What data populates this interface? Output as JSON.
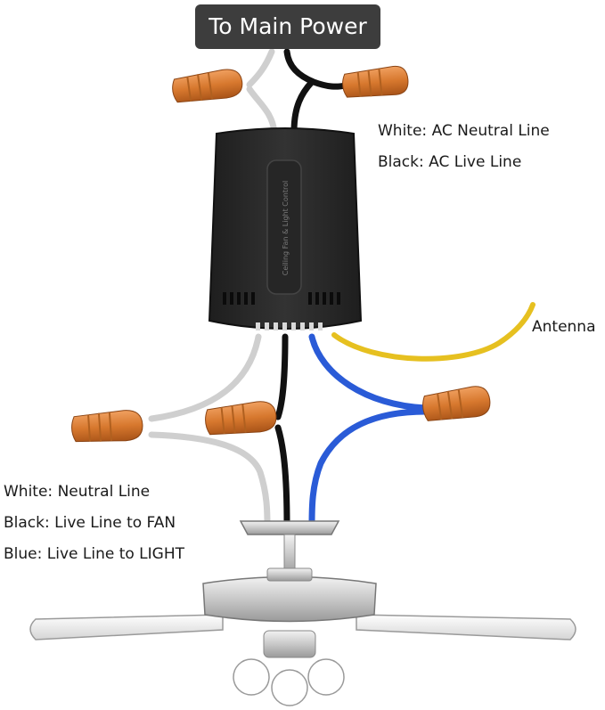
{
  "title": "To Main Power",
  "labels": {
    "top_white": "White: AC Neutral Line",
    "top_black": "Black: AC Live Line",
    "antenna": "Antenna",
    "bottom_white": "White: Neutral Line",
    "bottom_black": "Black: Live Line to FAN",
    "bottom_blue": "Blue: Live Line to LIGHT"
  },
  "receiver": {
    "text": "Ceiling Fan & Light Control"
  },
  "colors": {
    "white_wire": "#cfcfcf",
    "black_wire": "#111111",
    "blue_wire": "#2a5bd7",
    "antenna_wire": "#e6c020",
    "wire_nut": "#d7782e",
    "receiver_body": "#2b2b2b",
    "title_bg": "#3d3d3d"
  }
}
